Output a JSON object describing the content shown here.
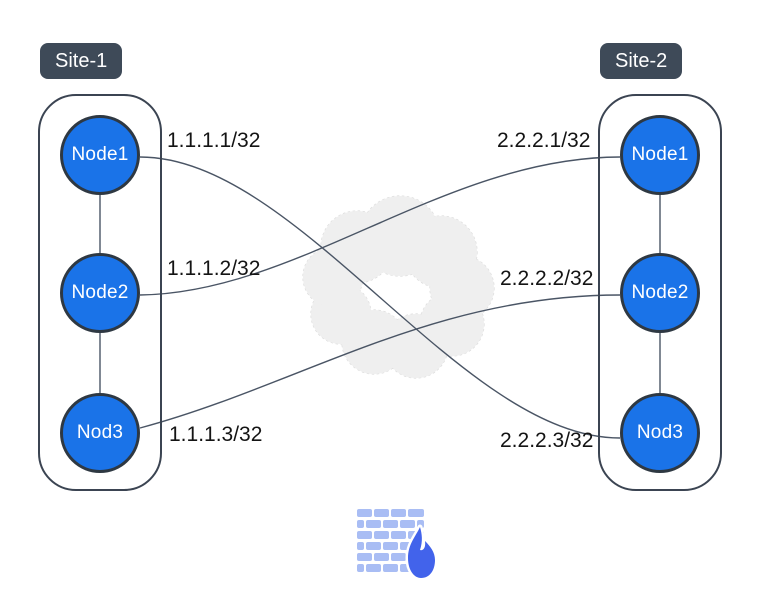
{
  "diagram_title": "",
  "sites": [
    {
      "label": "Site-1",
      "nodes": [
        {
          "label": "Node1",
          "ip": "1.1.1.1/32"
        },
        {
          "label": "Node2",
          "ip": "1.1.1.2/32"
        },
        {
          "label": "Nod3",
          "ip": "1.1.1.3/32"
        }
      ]
    },
    {
      "label": "Site-2",
      "nodes": [
        {
          "label": "Node1",
          "ip": "2.2.2.1/32"
        },
        {
          "label": "Node2",
          "ip": "2.2.2.2/32"
        },
        {
          "label": "Nod3",
          "ip": "2.2.2.3/32"
        }
      ]
    }
  ],
  "connections": [
    {
      "from": "Site-1/Node1",
      "from_ip": "1.1.1.1/32",
      "to": "Site-2/Nod3",
      "to_ip": "2.2.2.3/32"
    },
    {
      "from": "Site-1/Node2",
      "from_ip": "1.1.1.2/32",
      "to": "Site-2/Node1",
      "to_ip": "2.2.2.1/32"
    },
    {
      "from": "Site-1/Nod3",
      "from_ip": "1.1.1.3/32",
      "to": "Site-2/Node2",
      "to_ip": "2.2.2.2/32"
    }
  ],
  "icons": {
    "cloud": "network-cloud",
    "firewall": "firewall-brick-wall-with-flame"
  },
  "colors": {
    "node_fill": "#1a73e8",
    "node_border": "#2e3842",
    "site_border": "#3b4452",
    "badge_background": "#3e4a58",
    "link_line": "#4a5565",
    "cloud_fill": "#efefef",
    "brick": "#a9bdf4",
    "flame": "#4263eb",
    "label_text": "#141414"
  }
}
